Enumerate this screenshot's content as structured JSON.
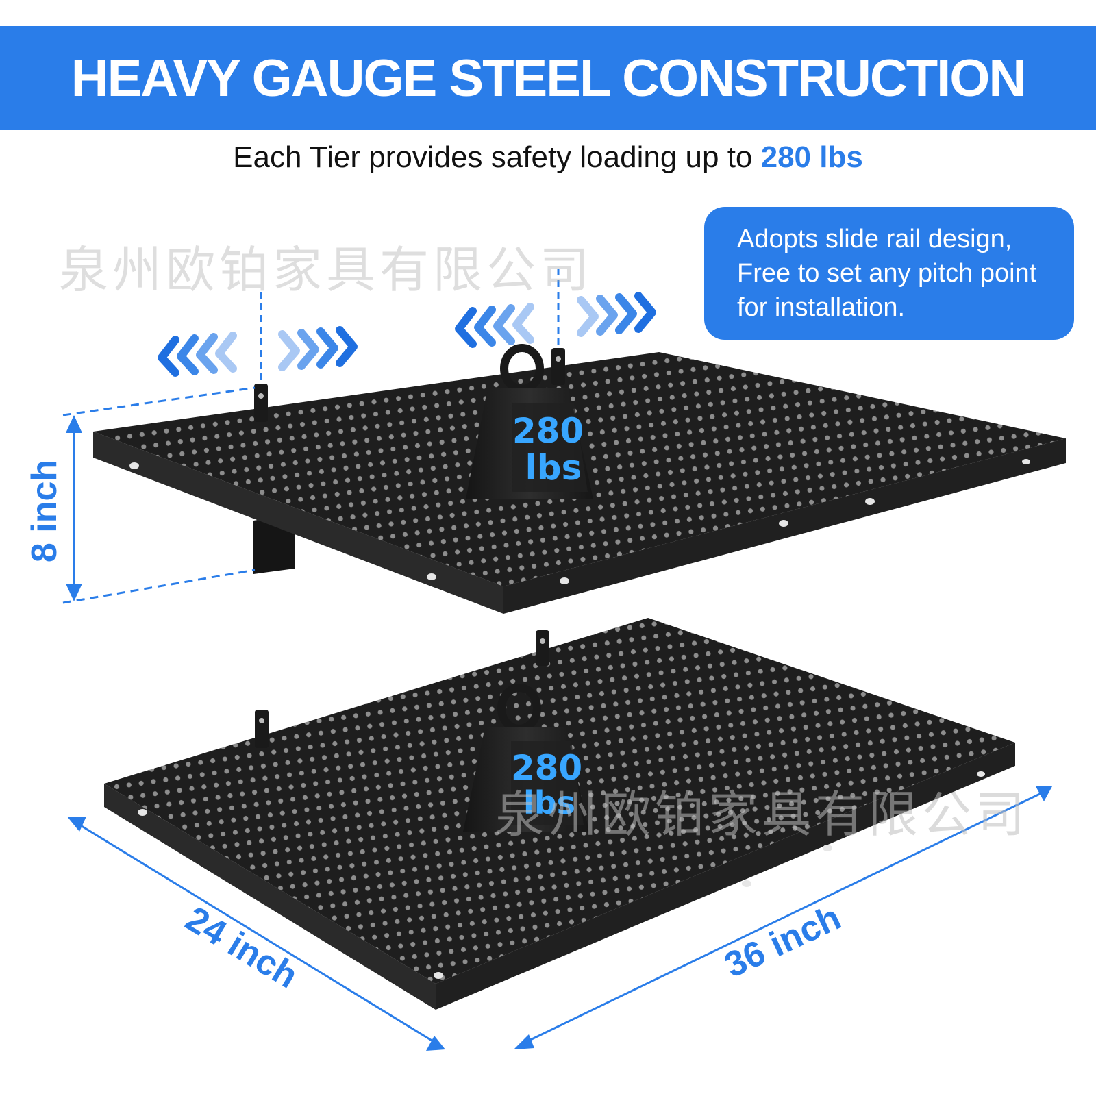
{
  "banner": {
    "title": "HEAVY GAUGE STEEL CONSTRUCTION"
  },
  "subtitle": {
    "text": "Each Tier provides safety loading up to ",
    "highlight": "280 lbs"
  },
  "callout": {
    "line1": "Adopts slide rail design,",
    "line2": "Free to set any pitch point",
    "line3": "for installation."
  },
  "weights": [
    {
      "value": "280",
      "unit": "lbs"
    },
    {
      "value": "280",
      "unit": "lbs"
    }
  ],
  "dimensions": {
    "height": "8 inch",
    "depth": "24 inch",
    "width": "36 inch"
  },
  "watermark": {
    "text": "泉州欧铂家具有限公司"
  },
  "colors": {
    "accent": "#2a7de9",
    "shelf": "#1c1c1c",
    "weight_label": "#38a6ff"
  }
}
